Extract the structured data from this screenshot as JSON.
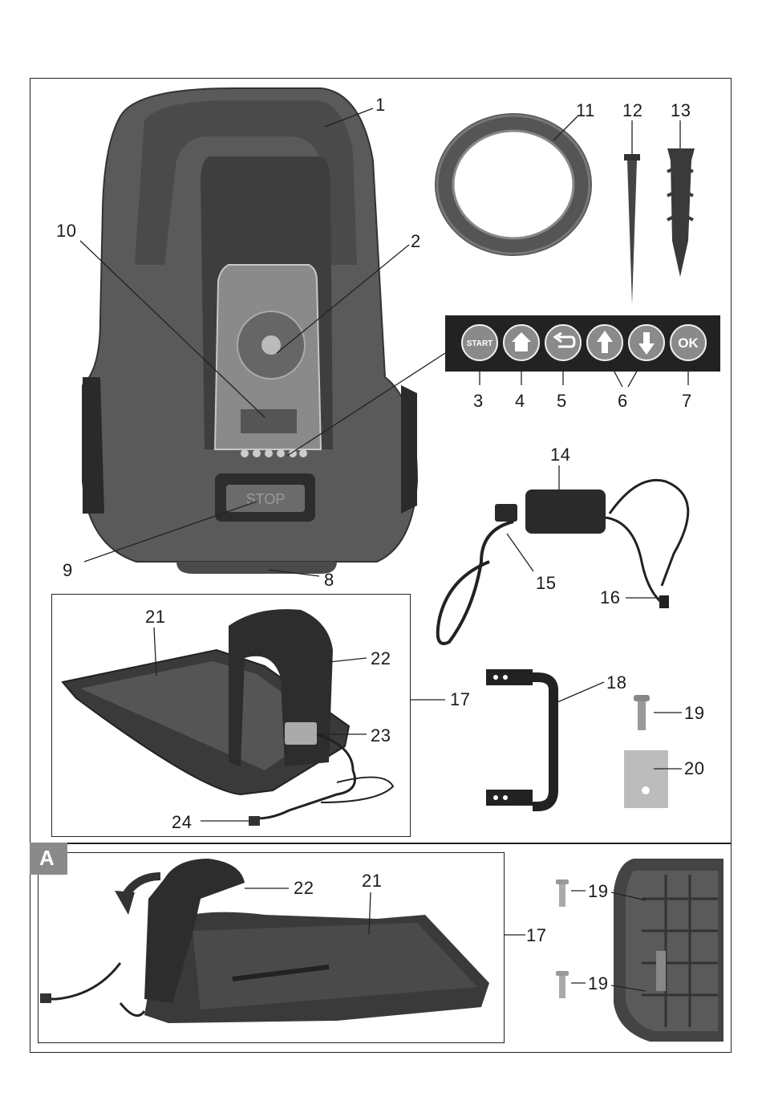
{
  "callouts": {
    "n1": "1",
    "n2": "2",
    "n3": "3",
    "n4": "4",
    "n5": "5",
    "n6": "6",
    "n7": "7",
    "n8": "8",
    "n9": "9",
    "n10": "10",
    "n11": "11",
    "n12": "12",
    "n13": "13",
    "n14": "14",
    "n15": "15",
    "n16": "16",
    "n17": "17",
    "n18": "18",
    "n19": "19",
    "n20": "20",
    "n21": "21",
    "n22": "22",
    "n23": "23",
    "n24": "24"
  },
  "section_a": {
    "tag": "A",
    "n22": "22",
    "n21": "21",
    "n17": "17",
    "n19a": "19",
    "n19b": "19"
  },
  "control_panel": {
    "buttons": [
      {
        "label": "START",
        "icon": "start-icon"
      },
      {
        "label": "",
        "icon": "home-icon"
      },
      {
        "label": "",
        "icon": "back-icon"
      },
      {
        "label": "",
        "icon": "arrow-up-icon"
      },
      {
        "label": "",
        "icon": "arrow-down-icon"
      },
      {
        "label": "OK",
        "icon": "ok-icon"
      }
    ]
  },
  "mower": {
    "stop_label": "STOP"
  },
  "colors": {
    "panel_bg": "#222222",
    "button_bg": "#888888",
    "line": "#222222"
  }
}
